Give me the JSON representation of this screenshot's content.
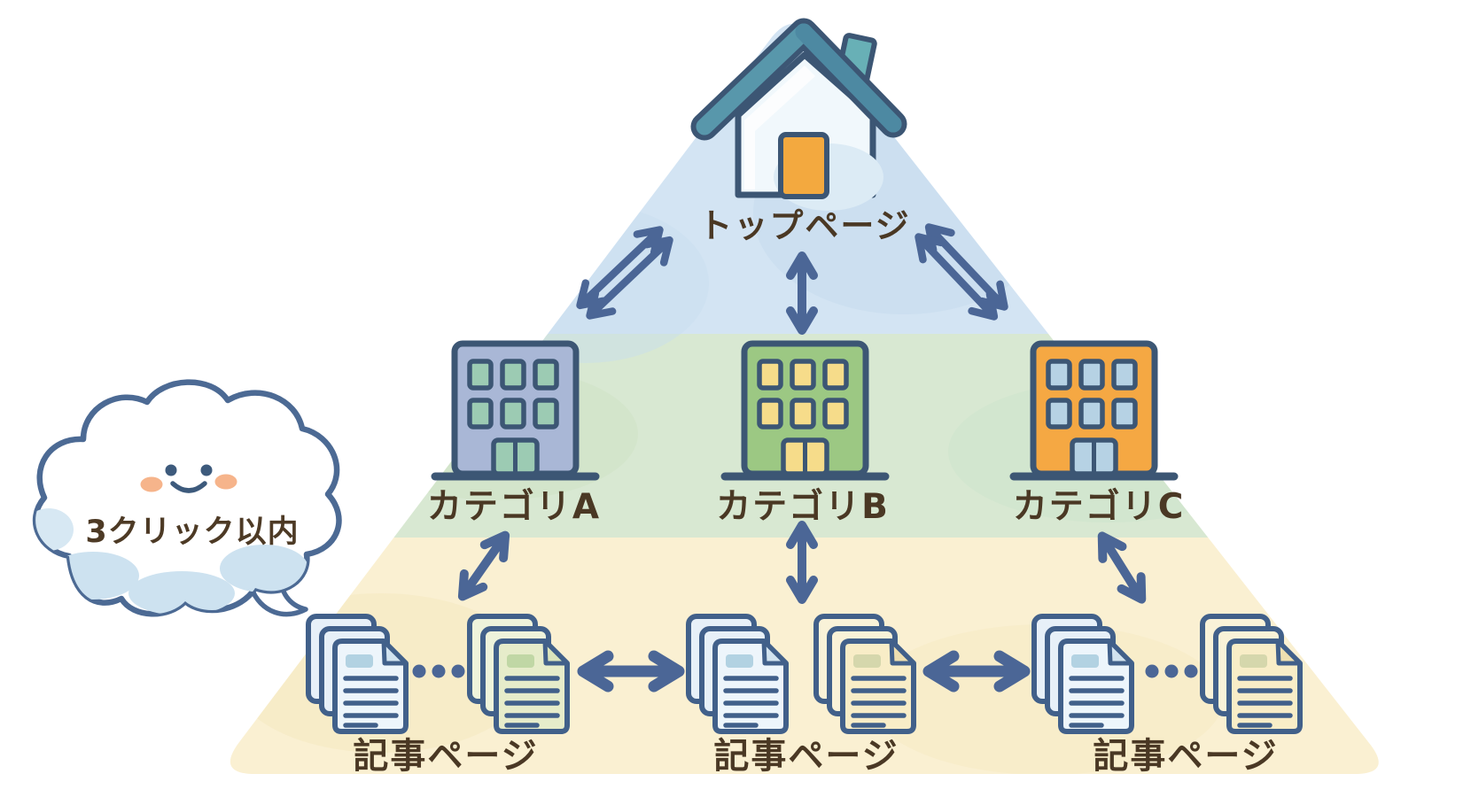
{
  "diagram": {
    "type": "site-structure-pyramid",
    "top": {
      "label": "トップページ",
      "icon": "home-icon"
    },
    "categories": [
      {
        "label": "カテゴリA",
        "icon": "building-icon",
        "color": "#a9b7d6",
        "window_color": "#9ccbb3"
      },
      {
        "label": "カテゴリB",
        "icon": "building-icon",
        "color": "#9cc883",
        "window_color": "#f6dc8a"
      },
      {
        "label": "カテゴリC",
        "icon": "building-icon",
        "color": "#f5a843",
        "window_color": "#b6d2e4"
      }
    ],
    "articles": [
      {
        "label": "記事ページ",
        "icon": "documents-stack-icon"
      },
      {
        "label": "記事ページ",
        "icon": "documents-stack-icon"
      },
      {
        "label": "記事ページ",
        "icon": "documents-stack-icon"
      }
    ],
    "callout": {
      "text": "3クリック以内",
      "shape": "cloud-with-smiley-face"
    },
    "connections": {
      "top_to_categories": "double-headed-arrows",
      "categories_to_articles": "double-headed-arrows",
      "between_article_groups": "double-headed-arrows"
    },
    "colors": {
      "band_top": "#d3e4f3",
      "band_middle": "#d8e8d2",
      "band_bottom": "#faf0d2",
      "arrow": "#4b6696",
      "icon_outline": "#3c5674",
      "label_text": "#4a3824",
      "house_roof": "#5897ab",
      "house_door": "#f3a93f",
      "doc_blue": "#edf5fb",
      "doc_green": "#e6ecca",
      "doc_yellow": "#f8edc7",
      "cloud_outline": "#4c6a94",
      "cloud_shade": "#cde2f0",
      "cheek": "#f6b48b"
    }
  }
}
